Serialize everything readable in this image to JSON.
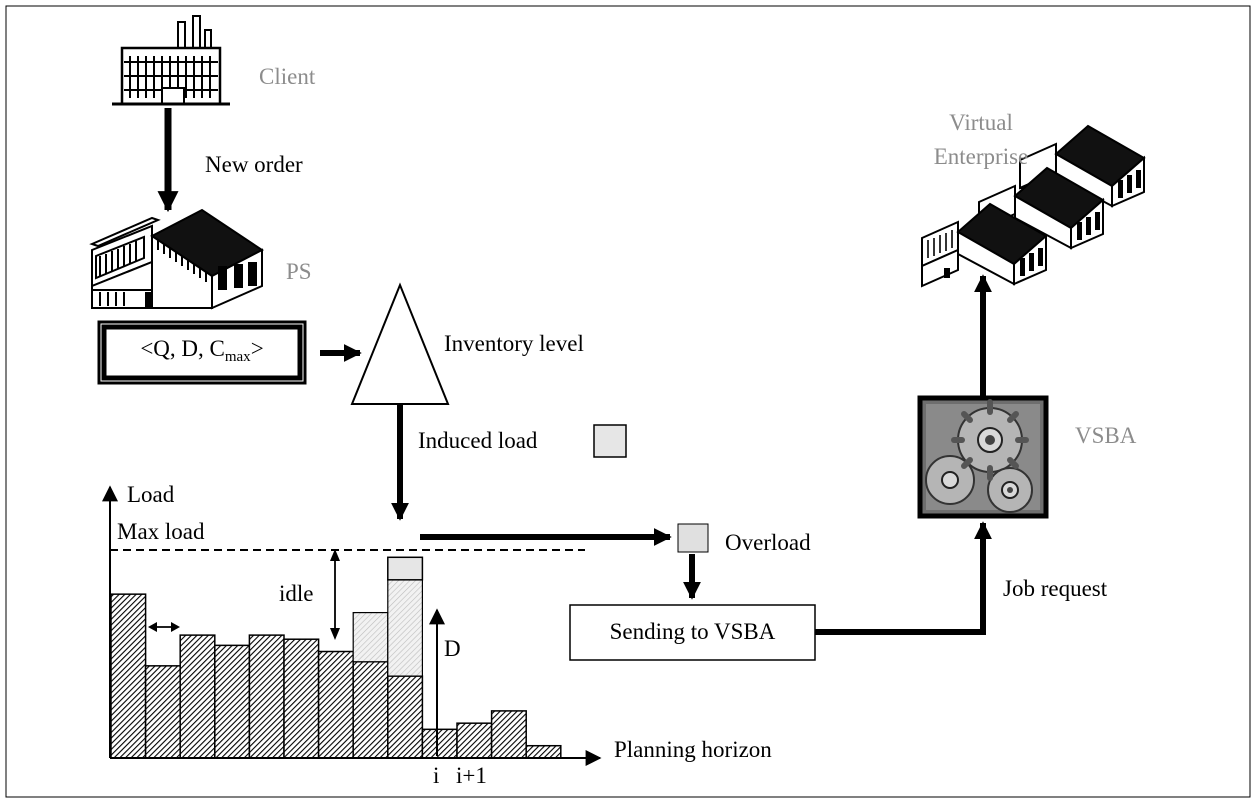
{
  "labels": {
    "client": "Client",
    "new_order": "New order",
    "ps": "PS",
    "order_tuple_pre": "<Q, D, C",
    "order_tuple_sub": "max",
    "order_tuple_post": ">",
    "inventory_level": "Inventory level",
    "induced_load": "Induced load",
    "load_axis": "Load",
    "max_load": "Max load",
    "idle": "idle",
    "d_marker": "D",
    "planning_horizon": "Planning horizon",
    "tick_i": "i",
    "tick_i1": "i+1",
    "overload": "Overload",
    "sending_to_vsba": "Sending to VSBA",
    "job_request": "Job request",
    "vsba": "VSBA",
    "virtual_line1": "Virtual",
    "virtual_line2": "Enterprise"
  },
  "chart_data": {
    "type": "bar",
    "values": [
      0.8,
      0.45,
      0.6,
      0.55,
      0.6,
      0.58,
      0.52,
      0.47,
      0.4,
      0.14,
      0.17,
      0.23,
      0.06
    ],
    "planned_additions": [
      {
        "index": 7,
        "value": 0.24
      },
      {
        "index": 8,
        "value": 0.47
      }
    ],
    "induced_load_on": {
      "index": 8,
      "value": 0.11
    },
    "max_load": 0.94,
    "ylim": [
      0,
      1.25
    ]
  },
  "colors": {
    "ink": "#000000",
    "grey_text": "#8c8c8c",
    "added_load_fill": "#e6e6e6",
    "overload_fill": "#dedede"
  }
}
